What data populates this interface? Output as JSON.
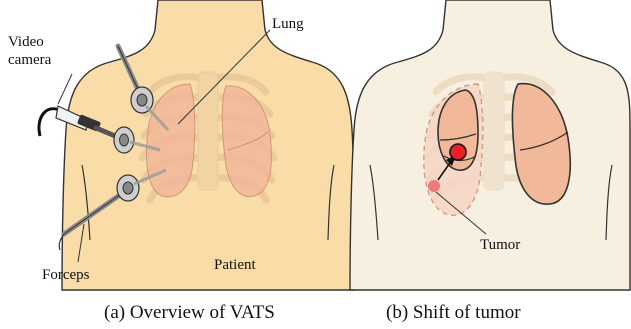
{
  "panel_a": {
    "caption": "(a) Overview of VATS",
    "labels": {
      "video_camera_line1": "Video",
      "video_camera_line2": "camera",
      "lung": "Lung",
      "forceps": "Forceps",
      "patient": "Patient"
    }
  },
  "panel_b": {
    "caption": "(b) Shift of tumor",
    "labels": {
      "tumor": "Tumor"
    }
  },
  "colors": {
    "skin_a": "#f9dca8",
    "skin_b": "#f7efe0",
    "lung": "#f2b89a",
    "tumor": "#e8202a",
    "instrument": "#9a9a9a",
    "outline": "#333333"
  }
}
